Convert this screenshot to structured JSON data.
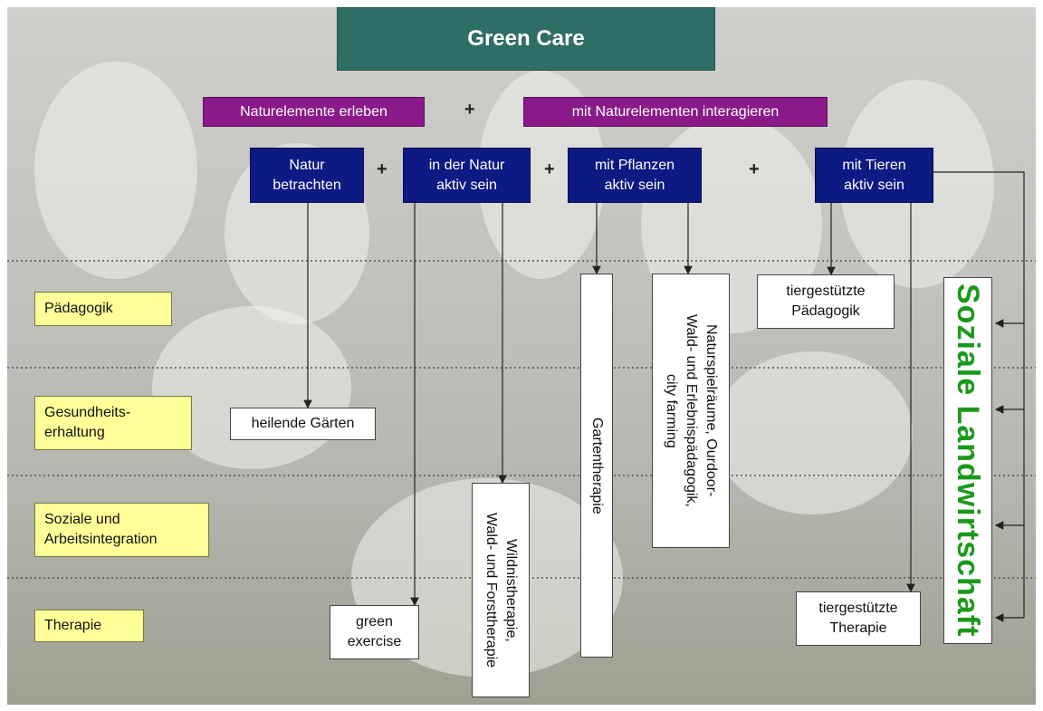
{
  "title": "Green Care",
  "top_labels": {
    "experience": "Naturelemente erleben",
    "interact": "mit Naturelementen interagieren",
    "plus": "+"
  },
  "activities": [
    {
      "id": "observe",
      "label": "Natur\nbetrachten"
    },
    {
      "id": "active",
      "label": "in der Natur\naktiv sein"
    },
    {
      "id": "plants",
      "label": "mit Pflanzen\naktiv sein"
    },
    {
      "id": "animals",
      "label": "mit Tieren\naktiv sein"
    }
  ],
  "fields": [
    {
      "id": "paedagogik",
      "label": "Pädagogik"
    },
    {
      "id": "gesundheit",
      "label": "Gesundheits-\nerhaltung"
    },
    {
      "id": "soziale",
      "label": "Soziale und\nArbeitsintegration"
    },
    {
      "id": "therapie",
      "label": "Therapie"
    }
  ],
  "outcomes": {
    "heilende": "heilende Gärten",
    "green_exercise": "green\nexercise",
    "wildnis": "Wildnistherapie,\nWald- und Forsttherapie",
    "garten": "Gartentherapie",
    "naturspiel": "Naturspielräume, Ourdoor-\nWald- und Erlebnispädagogik,\ncity farming",
    "tier_paed": "tiergestützte\nPädagogik",
    "tier_ther": "tiergestützte\nTherapie"
  },
  "soziale_landwirtschaft": "Soziale Landwirtschaft",
  "colors": {
    "title_bg": "#2e6e66",
    "magenta": "#8a1a8a",
    "navy": "#0d1a84",
    "yellow": "#ffff99",
    "green_text": "#1a9a1a"
  }
}
